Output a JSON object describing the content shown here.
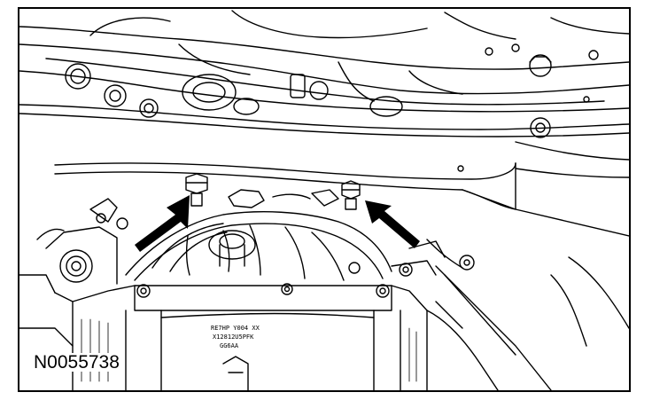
{
  "figure": {
    "id_label": "N0055738",
    "part_stamp": {
      "line1": "RE7HP Y004 XX",
      "line2": "X12812U5PFK",
      "line3": "GG6AA"
    }
  },
  "colors": {
    "ink": "#000000",
    "paper": "#ffffff"
  }
}
